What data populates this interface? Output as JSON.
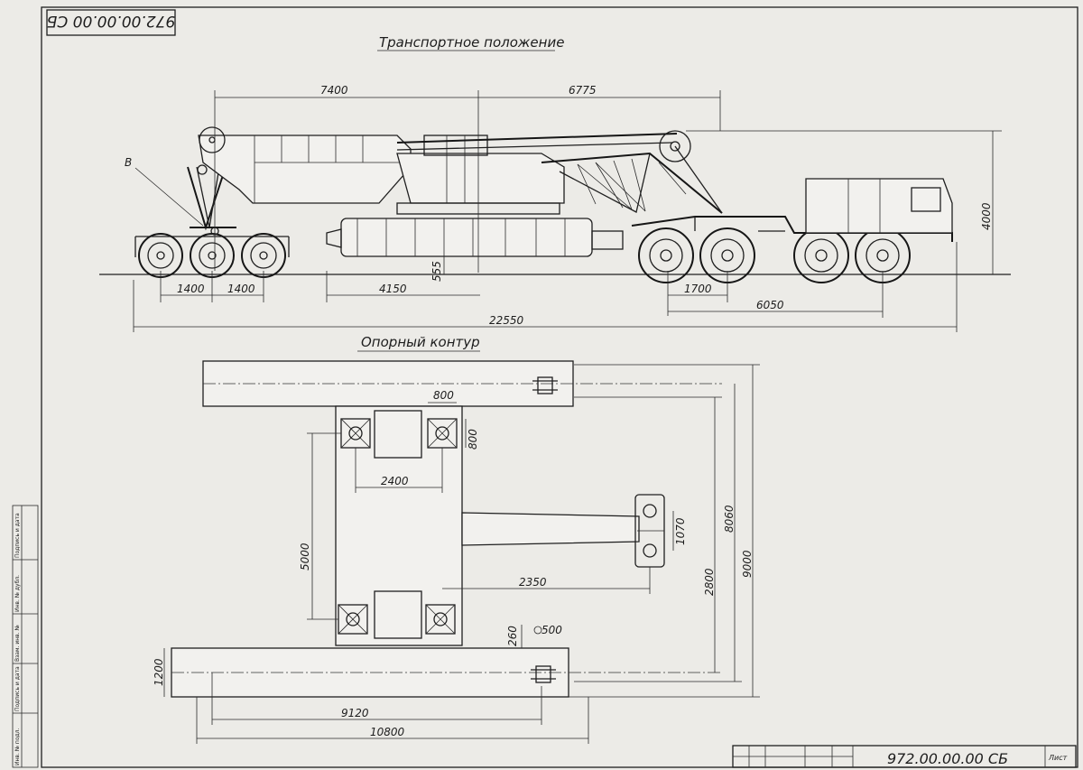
{
  "drawing": {
    "doc_number_top": "972.00.00.00 СБ",
    "doc_number_bottom": "972.00.00.00 СБ",
    "sheet_label": "Лист",
    "transport_title": "Транспортное положение",
    "support_title": "Опорный контур",
    "callout_B": "В"
  },
  "dimensions_side": {
    "d7400": "7400",
    "d6775": "6775",
    "d4000": "4000",
    "d1400a": "1400",
    "d1400b": "1400",
    "d4150": "4150",
    "d555": "555",
    "d1700": "1700",
    "d6050": "6050",
    "d22550": "22550"
  },
  "dimensions_plan": {
    "d800w": "800",
    "d800h": "800",
    "d2400": "2400",
    "d5000": "5000",
    "d1070": "1070",
    "d2350": "2350",
    "d2800": "2800",
    "d8060": "8060",
    "d9000": "9000",
    "d260": "260",
    "d500": "500",
    "d1200": "1200",
    "d9120": "9120",
    "d10800": "10800"
  },
  "side_stamp": {
    "col1": "Инв. № подл.",
    "col2": "Подпись и дата",
    "col3": "Взам. инв. №",
    "col4": "Инв. № дубл.",
    "col5": "Подпись и дата"
  }
}
